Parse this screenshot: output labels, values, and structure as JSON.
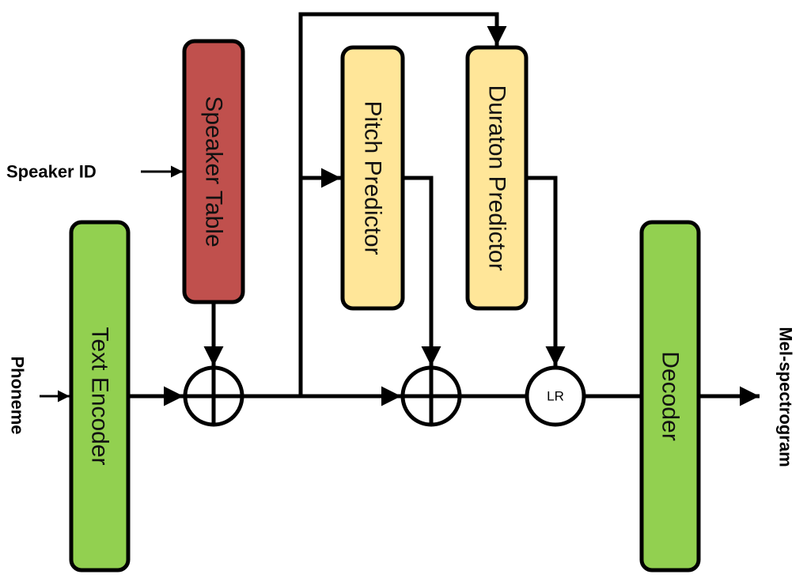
{
  "colors": {
    "encoder_decoder_fill": "#92d050",
    "speaker_table_fill": "#c0504d",
    "predictor_fill": "#ffe699",
    "stroke": "#000000"
  },
  "inputs": {
    "speaker_id": "Speaker ID",
    "phoneme": "Phoneme"
  },
  "blocks": {
    "text_encoder": "Text Encoder",
    "speaker_table": "Speaker Table",
    "pitch_predictor": "Pitch Predictor",
    "duration_predictor": "Duraton Predictor",
    "decoder": "Decoder"
  },
  "operators": {
    "length_regulator": "LR"
  },
  "output": {
    "label": "Mel-spectrogram"
  }
}
